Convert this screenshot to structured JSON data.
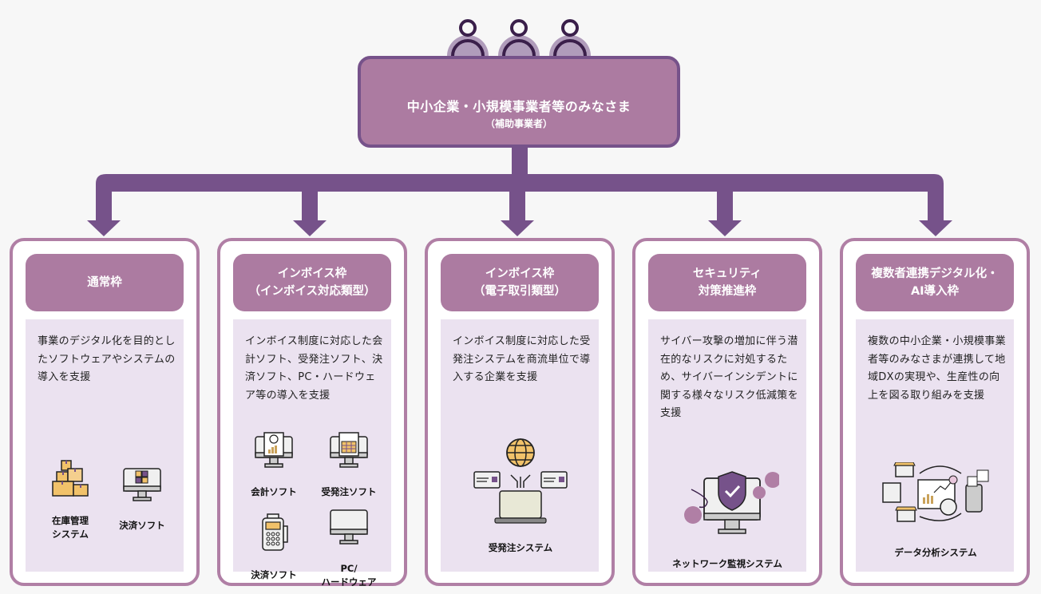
{
  "header": {
    "title": "中小企業・小規模事業者等のみなさま",
    "subtitle": "（補助事業者）",
    "icon": "people-group-icon"
  },
  "colors": {
    "connector": "#76528a",
    "box_fill": "#ac7ba1",
    "card_border": "#b07fa5",
    "card_body": "#ebe2f0",
    "background": "#f7f7f7"
  },
  "cards": [
    {
      "title": "通常枠",
      "description": "事業のデジタル化を目的としたソフトウェアやシステムの導入を支援",
      "items": [
        {
          "label": "在庫管理\nシステム",
          "icon": "boxes-icon"
        },
        {
          "label": "決済ソフト",
          "icon": "calculator-monitor-icon"
        }
      ]
    },
    {
      "title": "インボイス枠\n（インボイス対応類型）",
      "description": "インボイス制度に対応した会計ソフト、受発注ソフト、決済ソフト、PC・ハードウェア等の導入を支援",
      "items": [
        {
          "label": "会計ソフト",
          "icon": "accounting-monitor-icon"
        },
        {
          "label": "受発注ソフト",
          "icon": "order-monitor-icon"
        },
        {
          "label": "決済ソフト",
          "icon": "payment-terminal-icon"
        },
        {
          "label": "PC/\nハードウェア",
          "icon": "monitor-icon"
        }
      ]
    },
    {
      "title": "インボイス枠\n（電子取引類型）",
      "description": "インボイス制度に対応した受発注システムを商流単位で導入する企業を支援",
      "items": [
        {
          "label": "受発注システム",
          "icon": "laptop-network-icon"
        }
      ]
    },
    {
      "title": "セキュリティ\n対策推進枠",
      "description": "サイバー攻撃の増加に伴う潜在的なリスクに対処するため、サイバーインシデントに関する様々なリスク低減策を支援",
      "items": [
        {
          "label": "ネットワーク監視システム",
          "icon": "shield-monitor-icon"
        }
      ]
    },
    {
      "title": "複数者連携デジタル化・\nAI導入枠",
      "description": "複数の中小企業・小規模事業者等のみなさまが連携して地域DXの実現や、生産性の向上を図る取り組みを支援",
      "items": [
        {
          "label": "データ分析システム",
          "icon": "data-analysis-icon"
        }
      ]
    }
  ]
}
